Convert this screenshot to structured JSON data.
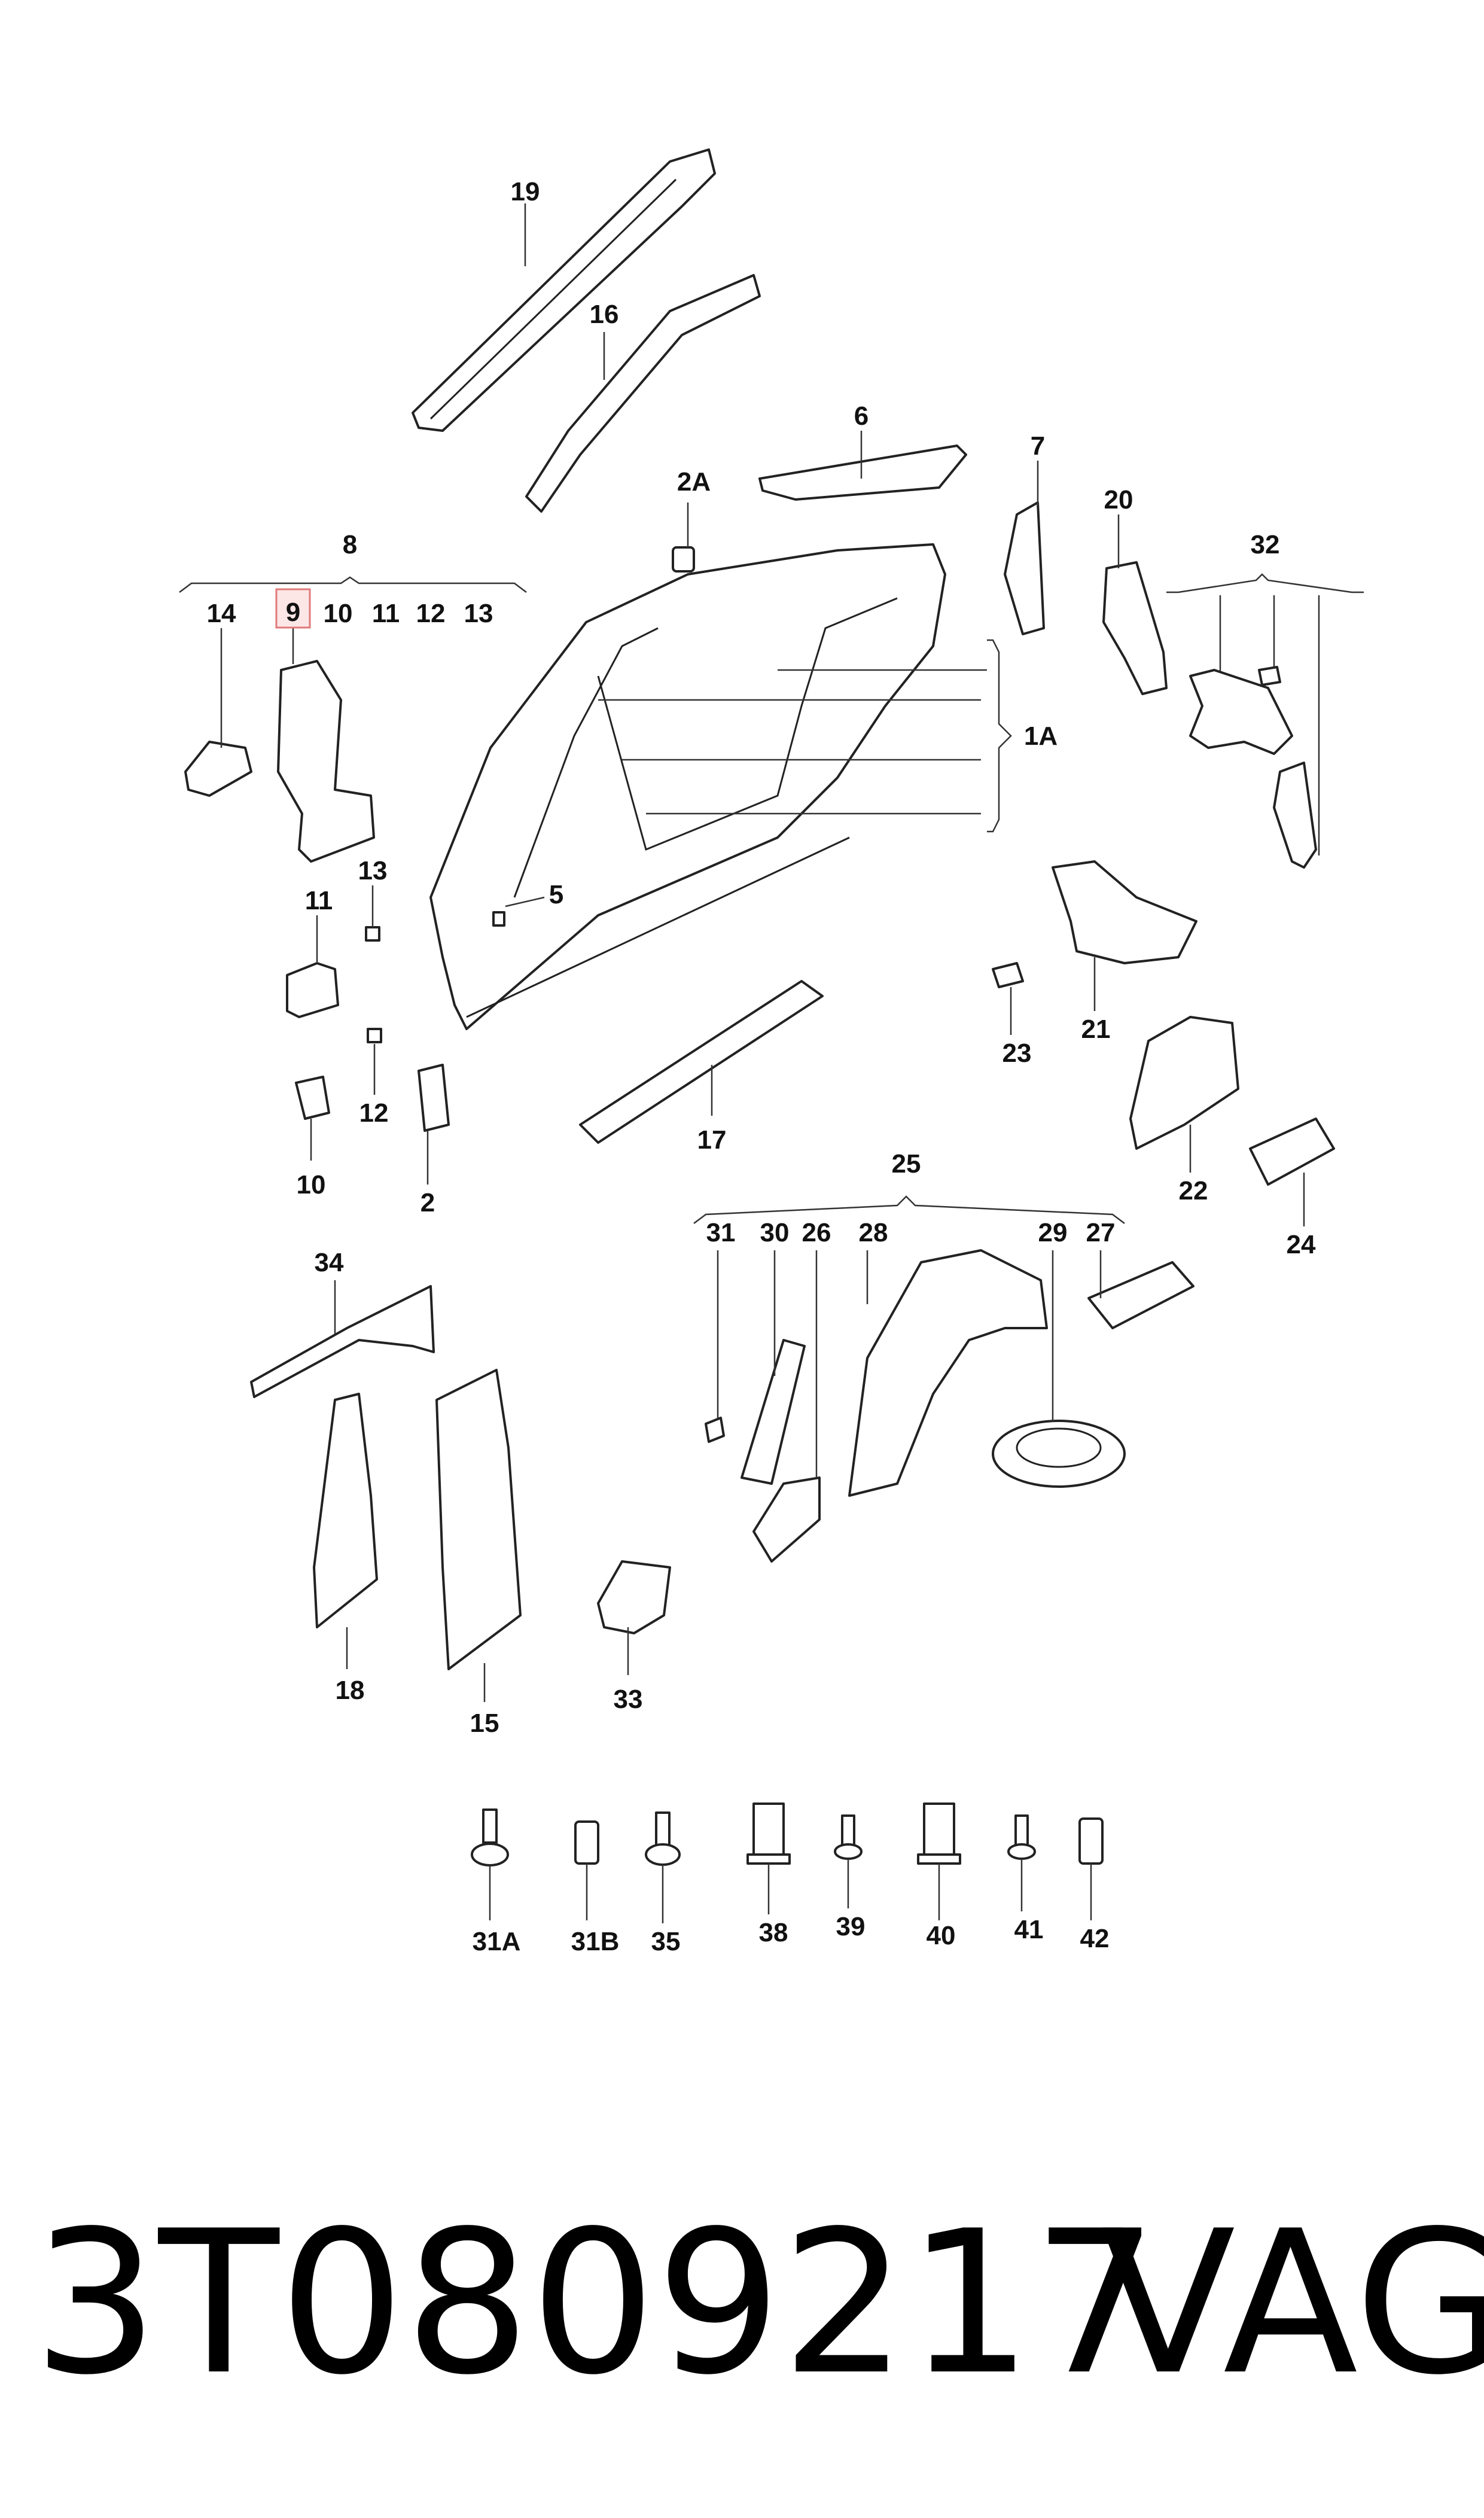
{
  "labels": {
    "l19": "19",
    "l16": "16",
    "l6": "6",
    "l7": "7",
    "l2A": "2A",
    "l20": "20",
    "l32": "32",
    "l8": "8",
    "l14": "14",
    "l9": "9",
    "l10a": "10",
    "l11a": "11",
    "l12a": "12",
    "l13a": "13",
    "l1A": "1A",
    "l13b": "13",
    "l5": "5",
    "l11b": "11",
    "l21": "21",
    "l23": "23",
    "l12b": "12",
    "l2": "2",
    "l10b": "10",
    "l17": "17",
    "l22": "22",
    "l24": "24",
    "l25": "25",
    "l31": "31",
    "l30": "30",
    "l26": "26",
    "l28": "28",
    "l29": "29",
    "l27": "27",
    "l34": "34",
    "l18": "18",
    "l15": "15",
    "l33": "33",
    "l31A": "31A",
    "l31B": "31B",
    "l35": "35",
    "l38": "38",
    "l39": "39",
    "l40": "40",
    "l41": "41",
    "l42": "42"
  },
  "highlighted_part": "9",
  "footer": {
    "part_number": "3T0809217",
    "brand": "VAG"
  }
}
